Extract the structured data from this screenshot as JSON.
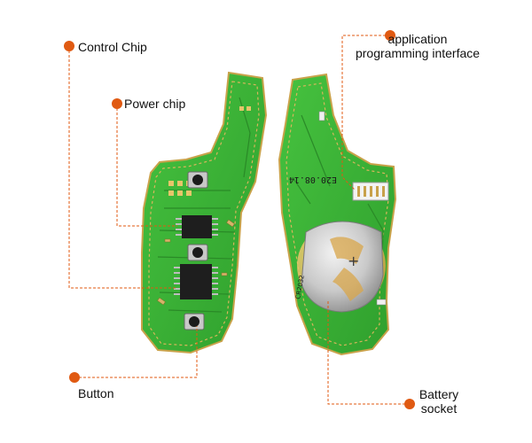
{
  "accent_color": "#e05a12",
  "pcb_color": "#3fb53a",
  "labels": {
    "control_chip": "Control Chip",
    "power_chip": "Power chip",
    "button": "Button",
    "api_line1": "application",
    "api_line2": "programming interface",
    "battery_line1": "Battery",
    "battery_line2": "socket"
  },
  "board_marks": {
    "serial": "E20.08.14",
    "battery_type": "CR2032",
    "plus": "+"
  }
}
